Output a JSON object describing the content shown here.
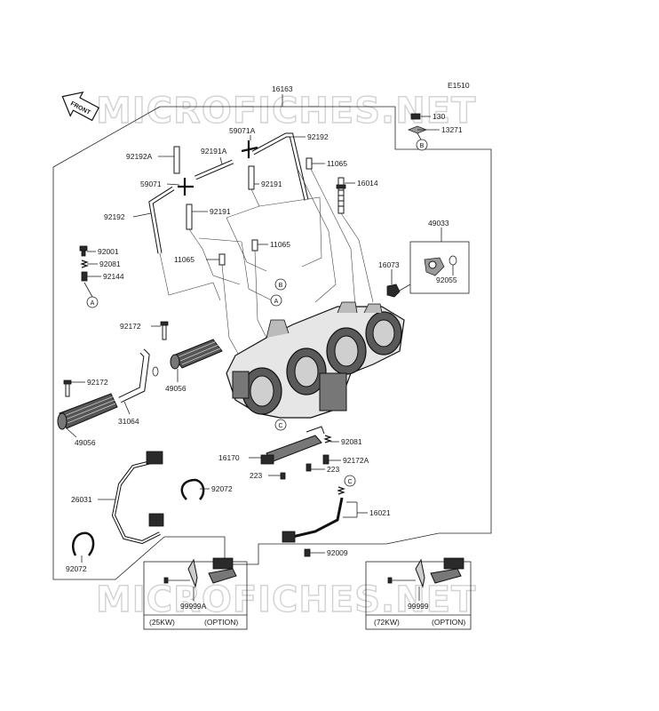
{
  "watermark": "MICROFICHES.NET",
  "diagram_code": "E1510",
  "front_arrow": "FRONT",
  "parts": {
    "p16163": "16163",
    "p130": "130",
    "p13271": "13271",
    "p92192_top": "92192",
    "p59071a": "59071A",
    "p92192a": "92192A",
    "p92191a": "92191A",
    "p59071": "59071",
    "p92191_mid": "92191",
    "p11065_top": "11065",
    "p16014": "16014",
    "p92192_left": "92192",
    "p92191_low": "92191",
    "p11065_mid": "11065",
    "p11065_left": "11065",
    "p49033": "49033",
    "p92001": "92001",
    "p92081_left": "92081",
    "p92144": "92144",
    "p16073": "16073",
    "p92055": "92055",
    "p92172_top": "92172",
    "p49056_mid": "49056",
    "p92172_left": "92172",
    "p31064": "31064",
    "p49056_left": "49056",
    "p92081_right": "92081",
    "p16170": "16170",
    "p223_a": "223",
    "p92172a": "92172A",
    "p223_b": "223",
    "p26031": "26031",
    "p92072_mid": "92072",
    "p16021": "16021",
    "p92009": "92009",
    "p92072_bot": "92072",
    "p99999a": "99999A",
    "p99999": "99999"
  },
  "refs": {
    "a": "A",
    "b": "B",
    "c": "C"
  },
  "option_boxes": {
    "left": {
      "kw": "(25KW)",
      "option": "(OPTION)"
    },
    "right": {
      "kw": "(72KW)",
      "option": "(OPTION)"
    }
  }
}
